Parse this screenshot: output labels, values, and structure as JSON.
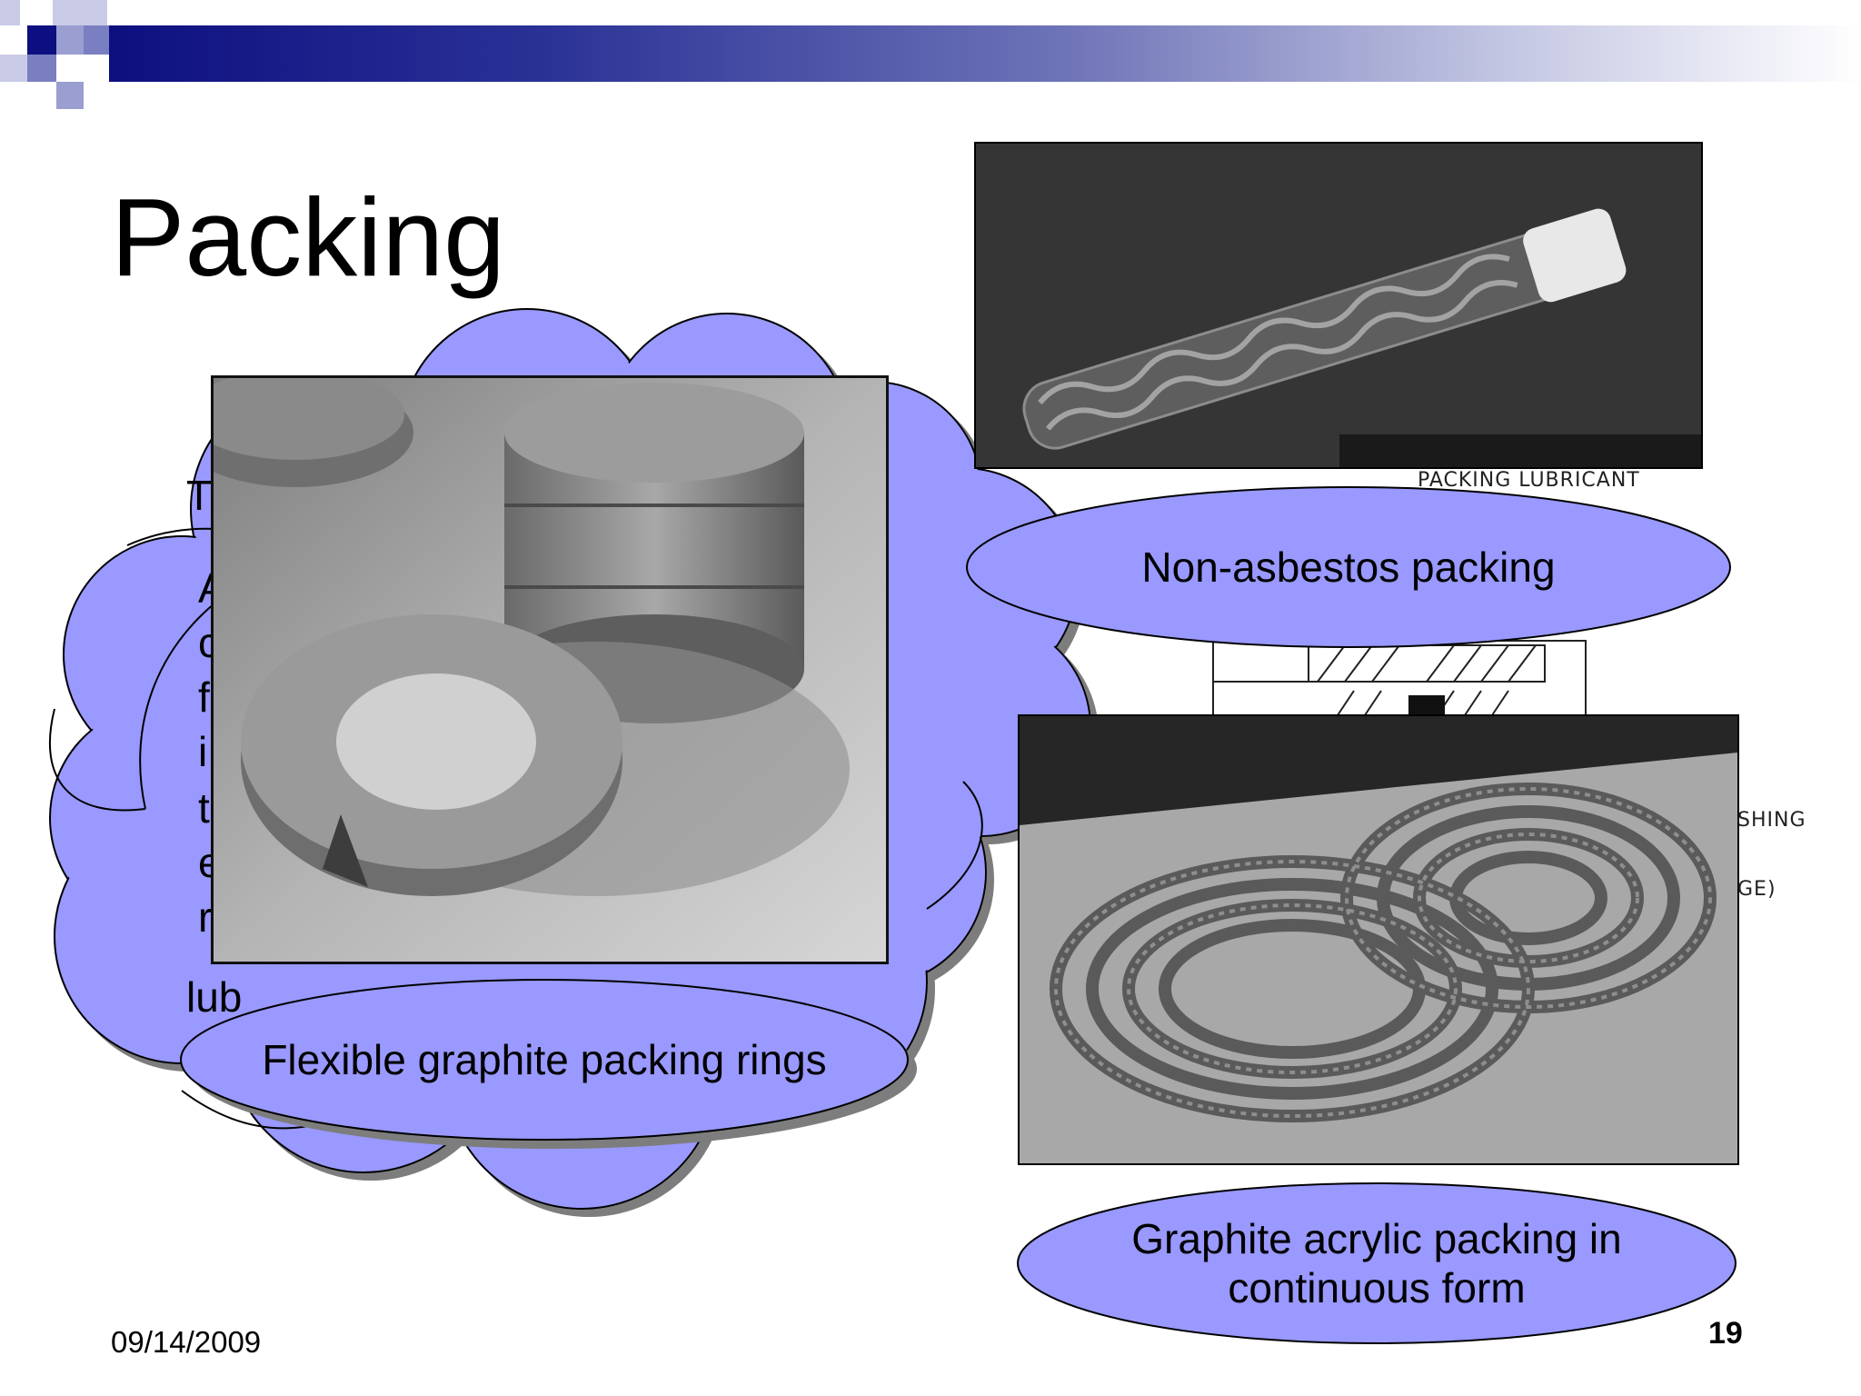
{
  "slide": {
    "title": "Packing",
    "date": "09/14/2009",
    "page_number": "19",
    "accent_color": "#9999ff",
    "header_color": "#0d0f80"
  },
  "cloud_text_fragments": [
    "T",
    "A",
    "c",
    "f",
    "i",
    "t",
    "e",
    "r",
    "lub"
  ],
  "captions": {
    "rings": "Flexible graphite packing rings",
    "non_asbestos": "Non-asbestos packing",
    "continuous_line1": "Graphite acrylic packing in",
    "continuous_line2": "continuous form"
  },
  "diagram_labels": {
    "lubricant": "PACKING LUBRICANT",
    "bushing": "SHING",
    "gland": "GE)"
  }
}
